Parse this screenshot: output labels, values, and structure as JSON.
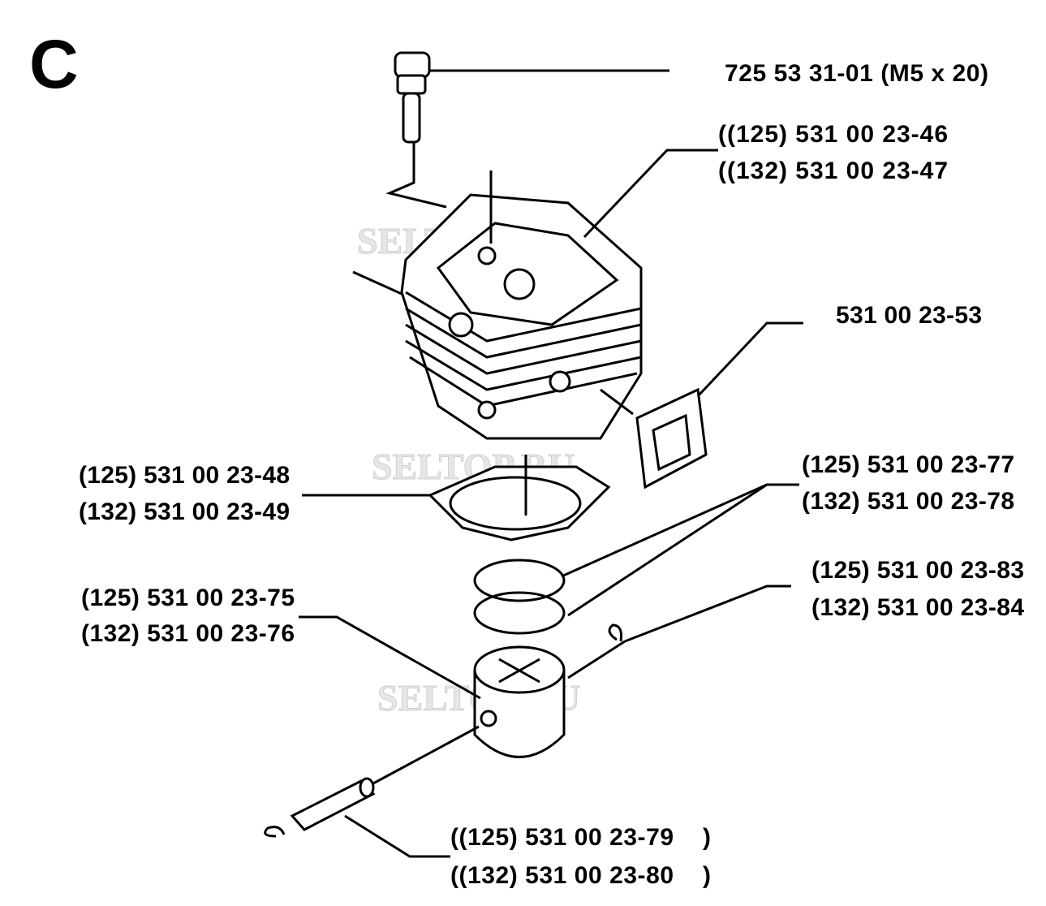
{
  "section_letter": "C",
  "watermark": "SELTOP.RU",
  "parts": {
    "screw": "725 53 31-01 (M5 x 20)",
    "cylinder": [
      "((125) 531 00 23-46",
      "((132) 531 00 23-47"
    ],
    "exhaust_gasket": "531 00 23-53",
    "cylinder_gasket": [
      "(125) 531 00 23-48",
      "(132) 531 00 23-49"
    ],
    "piston_rings": [
      "(125) 531 00 23-77",
      "(132) 531 00 23-78"
    ],
    "circlip": [
      "(125) 531 00 23-83",
      "(132) 531 00 23-84"
    ],
    "piston": [
      "(125) 531 00 23-75",
      "(132) 531 00 23-76"
    ],
    "piston_pin": [
      "((125) 531 00 23-79",
      "((132) 531 00 23-80"
    ],
    "piston_pin_close": ")"
  }
}
